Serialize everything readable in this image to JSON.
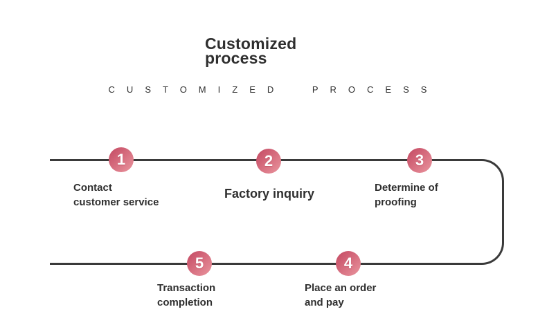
{
  "page": {
    "title_line1": "Customized",
    "title_line2": "process",
    "subtitle": "CUSTOMIZED PROCESS"
  },
  "steps": [
    {
      "number": "1",
      "label": "Contact\ncustomer service"
    },
    {
      "number": "2",
      "label": "Factory inquiry"
    },
    {
      "number": "3",
      "label": "Determine of\nproofing"
    },
    {
      "number": "4",
      "label": "Place an order\nand pay"
    },
    {
      "number": "5",
      "label": "Transaction\ncompletion"
    }
  ],
  "colors": {
    "circle_top": "#c9536a",
    "circle_bottom": "#e8919b",
    "line": "#3a3a3a",
    "text": "#2f2f2f"
  }
}
